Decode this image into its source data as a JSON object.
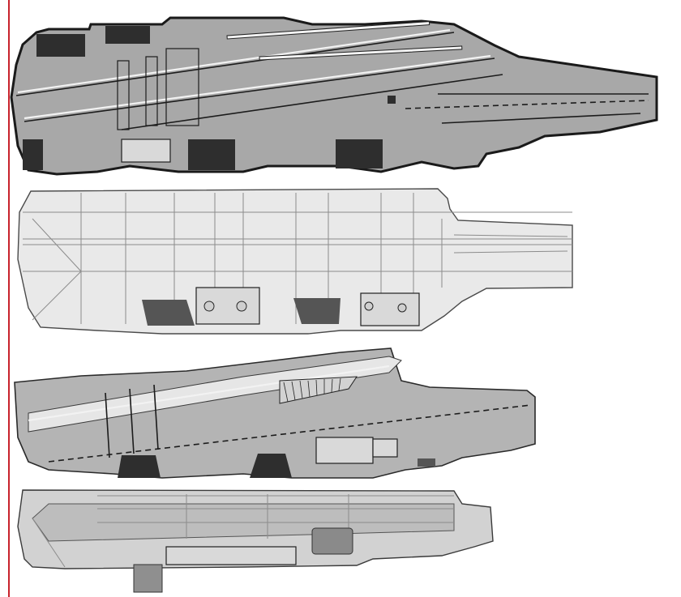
{
  "figure": {
    "kind": "aircraft carrier flight deck plan drawings",
    "count": 4,
    "accent_color": "#c8232c",
    "decks": [
      {
        "index": 1,
        "fill": "#a8a8a8",
        "outline": "#1a1a1a"
      },
      {
        "index": 2,
        "fill": "#e9e9e9",
        "outline": "#4a4a4a"
      },
      {
        "index": 3,
        "fill": "#b4b4b4",
        "outline": "#2a2a2a"
      },
      {
        "index": 4,
        "fill": "#d2d2d2",
        "outline": "#3a3a3a"
      }
    ]
  }
}
